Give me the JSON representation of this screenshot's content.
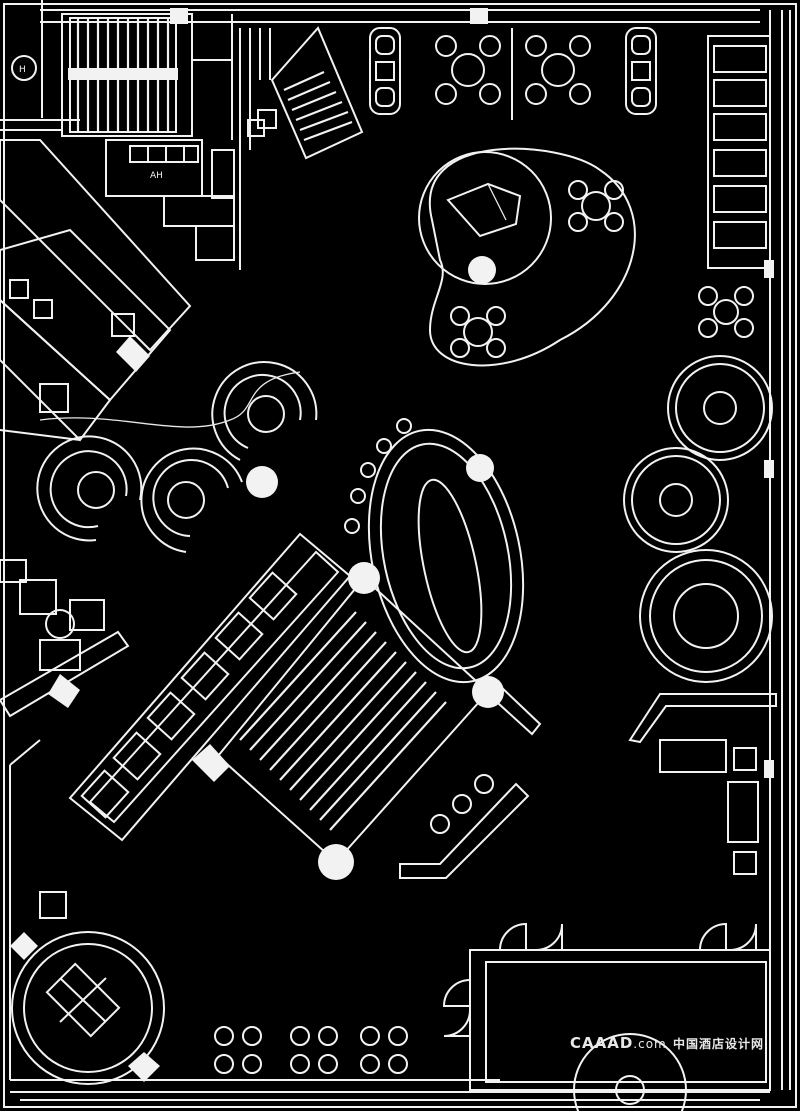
{
  "drawing": {
    "background": "#000000",
    "line_color": "#f2f2f2",
    "grid_marker": "H",
    "room_labels": [
      "AH"
    ]
  },
  "watermark": {
    "brand": "CAAAD",
    "domain": ".com",
    "chinese": "中国酒店设计网"
  }
}
